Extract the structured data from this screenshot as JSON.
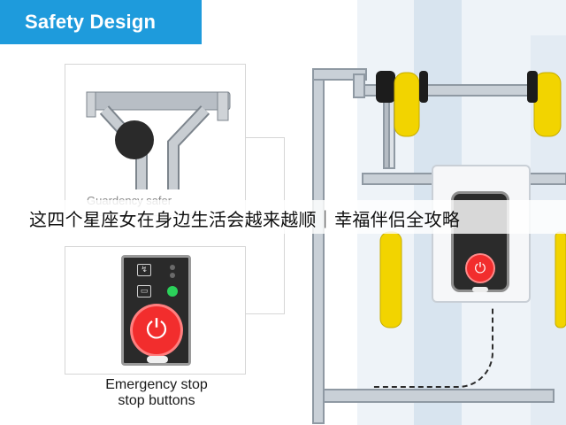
{
  "header": {
    "title": "Safety Design"
  },
  "cards": {
    "top_caption": "Guardency safer",
    "bottom_caption_line1": "Emergency stop",
    "bottom_caption_line2": "stop buttons"
  },
  "banner": {
    "text": "这四个星座女在身边生活会越来越顺｜幸福伴侣全攻略"
  },
  "colors": {
    "header_bg": "#1e9bdc",
    "emergency_red": "#f22d2d",
    "indicator_green": "#2bd15a",
    "wheel_yellow": "#f2d400",
    "frame_gray": "#a9b1ba"
  },
  "icons": {
    "power": "power-icon",
    "status_a": "signal-icon",
    "status_b": "key-card-icon"
  }
}
